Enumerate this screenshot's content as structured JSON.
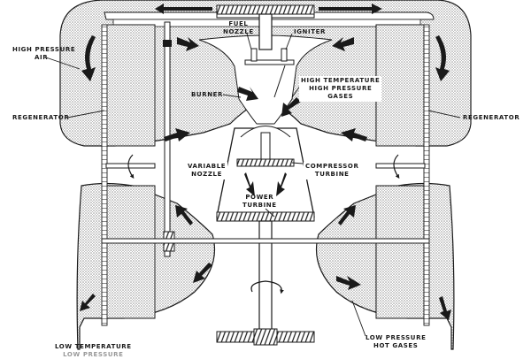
{
  "diagram": {
    "subject": "Regenerative gas turbine engine cross-section",
    "labels": {
      "high_pressure_air": [
        "HIGH PRESSURE",
        "AIR"
      ],
      "regenerator_left": "REGENERATOR",
      "regenerator_right": "REGENERATOR",
      "fuel_nozzle": [
        "FUEL",
        "NOZZLE"
      ],
      "igniter": "IGNITER",
      "burner": "BURNER",
      "high_temp_gases": [
        "HIGH TEMPERATURE",
        "HIGH PRESSURE",
        "GASES"
      ],
      "variable_nozzle": [
        "VARIABLE",
        "NOZZLE"
      ],
      "compressor_turbine": [
        "COMPRESSOR",
        "TURBINE"
      ],
      "power_turbine": [
        "POWER",
        "TURBINE"
      ],
      "low_temperature": [
        "LOW TEMPERATURE",
        "LOW PRESSURE"
      ],
      "low_pressure_hot_gases": [
        "LOW PRESSURE",
        "HOT GASES"
      ]
    },
    "colors": {
      "ink": "#1a1a1a",
      "stipple": "#c8c8c8",
      "paper": "#ffffff"
    }
  }
}
